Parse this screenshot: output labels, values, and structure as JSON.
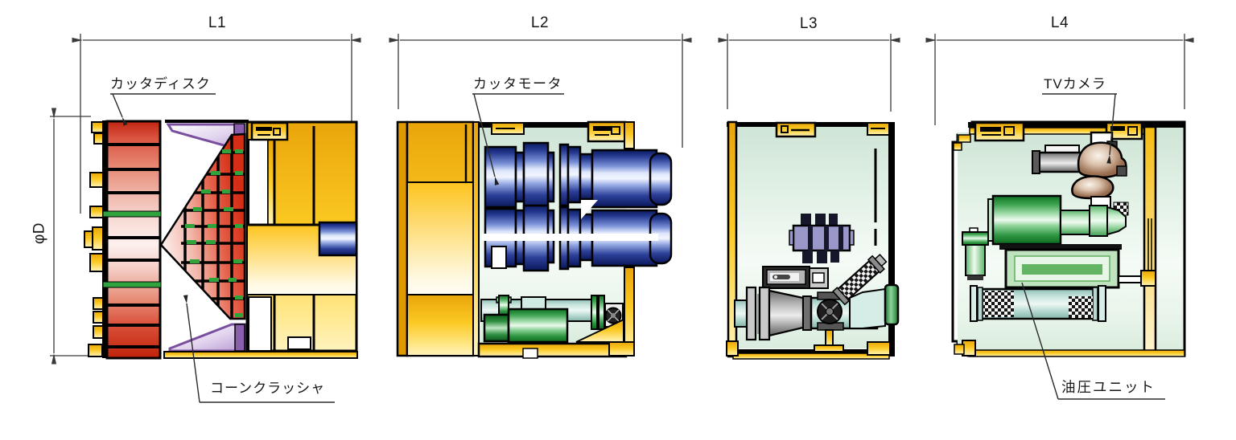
{
  "dimensions": {
    "l1": "L1",
    "l2": "L2",
    "l3": "L3",
    "l4": "L4",
    "diameter": "φD"
  },
  "labels": {
    "cutter_disk": "カッタディスク",
    "cone_crusher": "コーンクラッシャ",
    "cutter_motor": "カッタモータ",
    "tv_camera": "TVカメラ",
    "hydraulic_unit": "油圧ユニット"
  },
  "palette": {
    "shell_yellow": "#f5c211",
    "cutter_red": "#d62e16",
    "motor_blue": "#1c2f7d",
    "pump_green": "#2f9642",
    "interior_green": "#e2f1e6",
    "hopper_purple": "#8a5fae",
    "valve_purple": "#9a97c9",
    "camera_brown": "#8a6248",
    "pipe_teal": "#c8e4de",
    "dimension_line": "#3a3a3a"
  }
}
